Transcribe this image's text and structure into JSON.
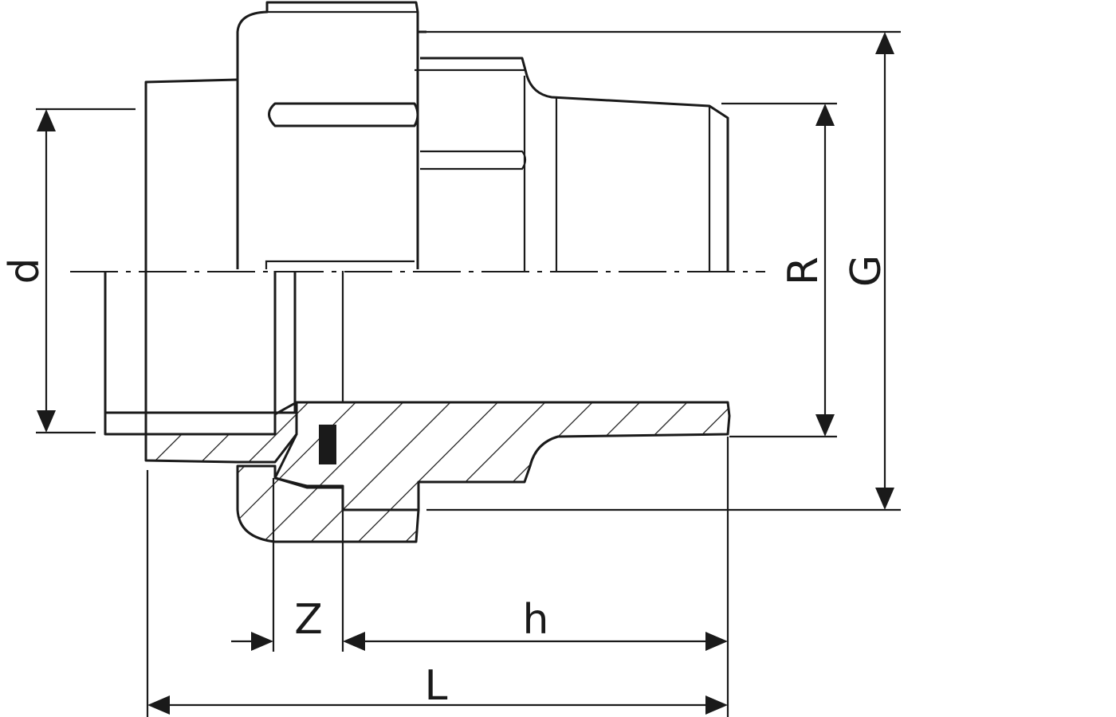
{
  "labels": {
    "d": "d",
    "R": "R",
    "G": "G",
    "Z": "Z",
    "h": "h",
    "L": "L"
  },
  "colors": {
    "line": "#1a1a1a",
    "background": "#ffffff"
  }
}
